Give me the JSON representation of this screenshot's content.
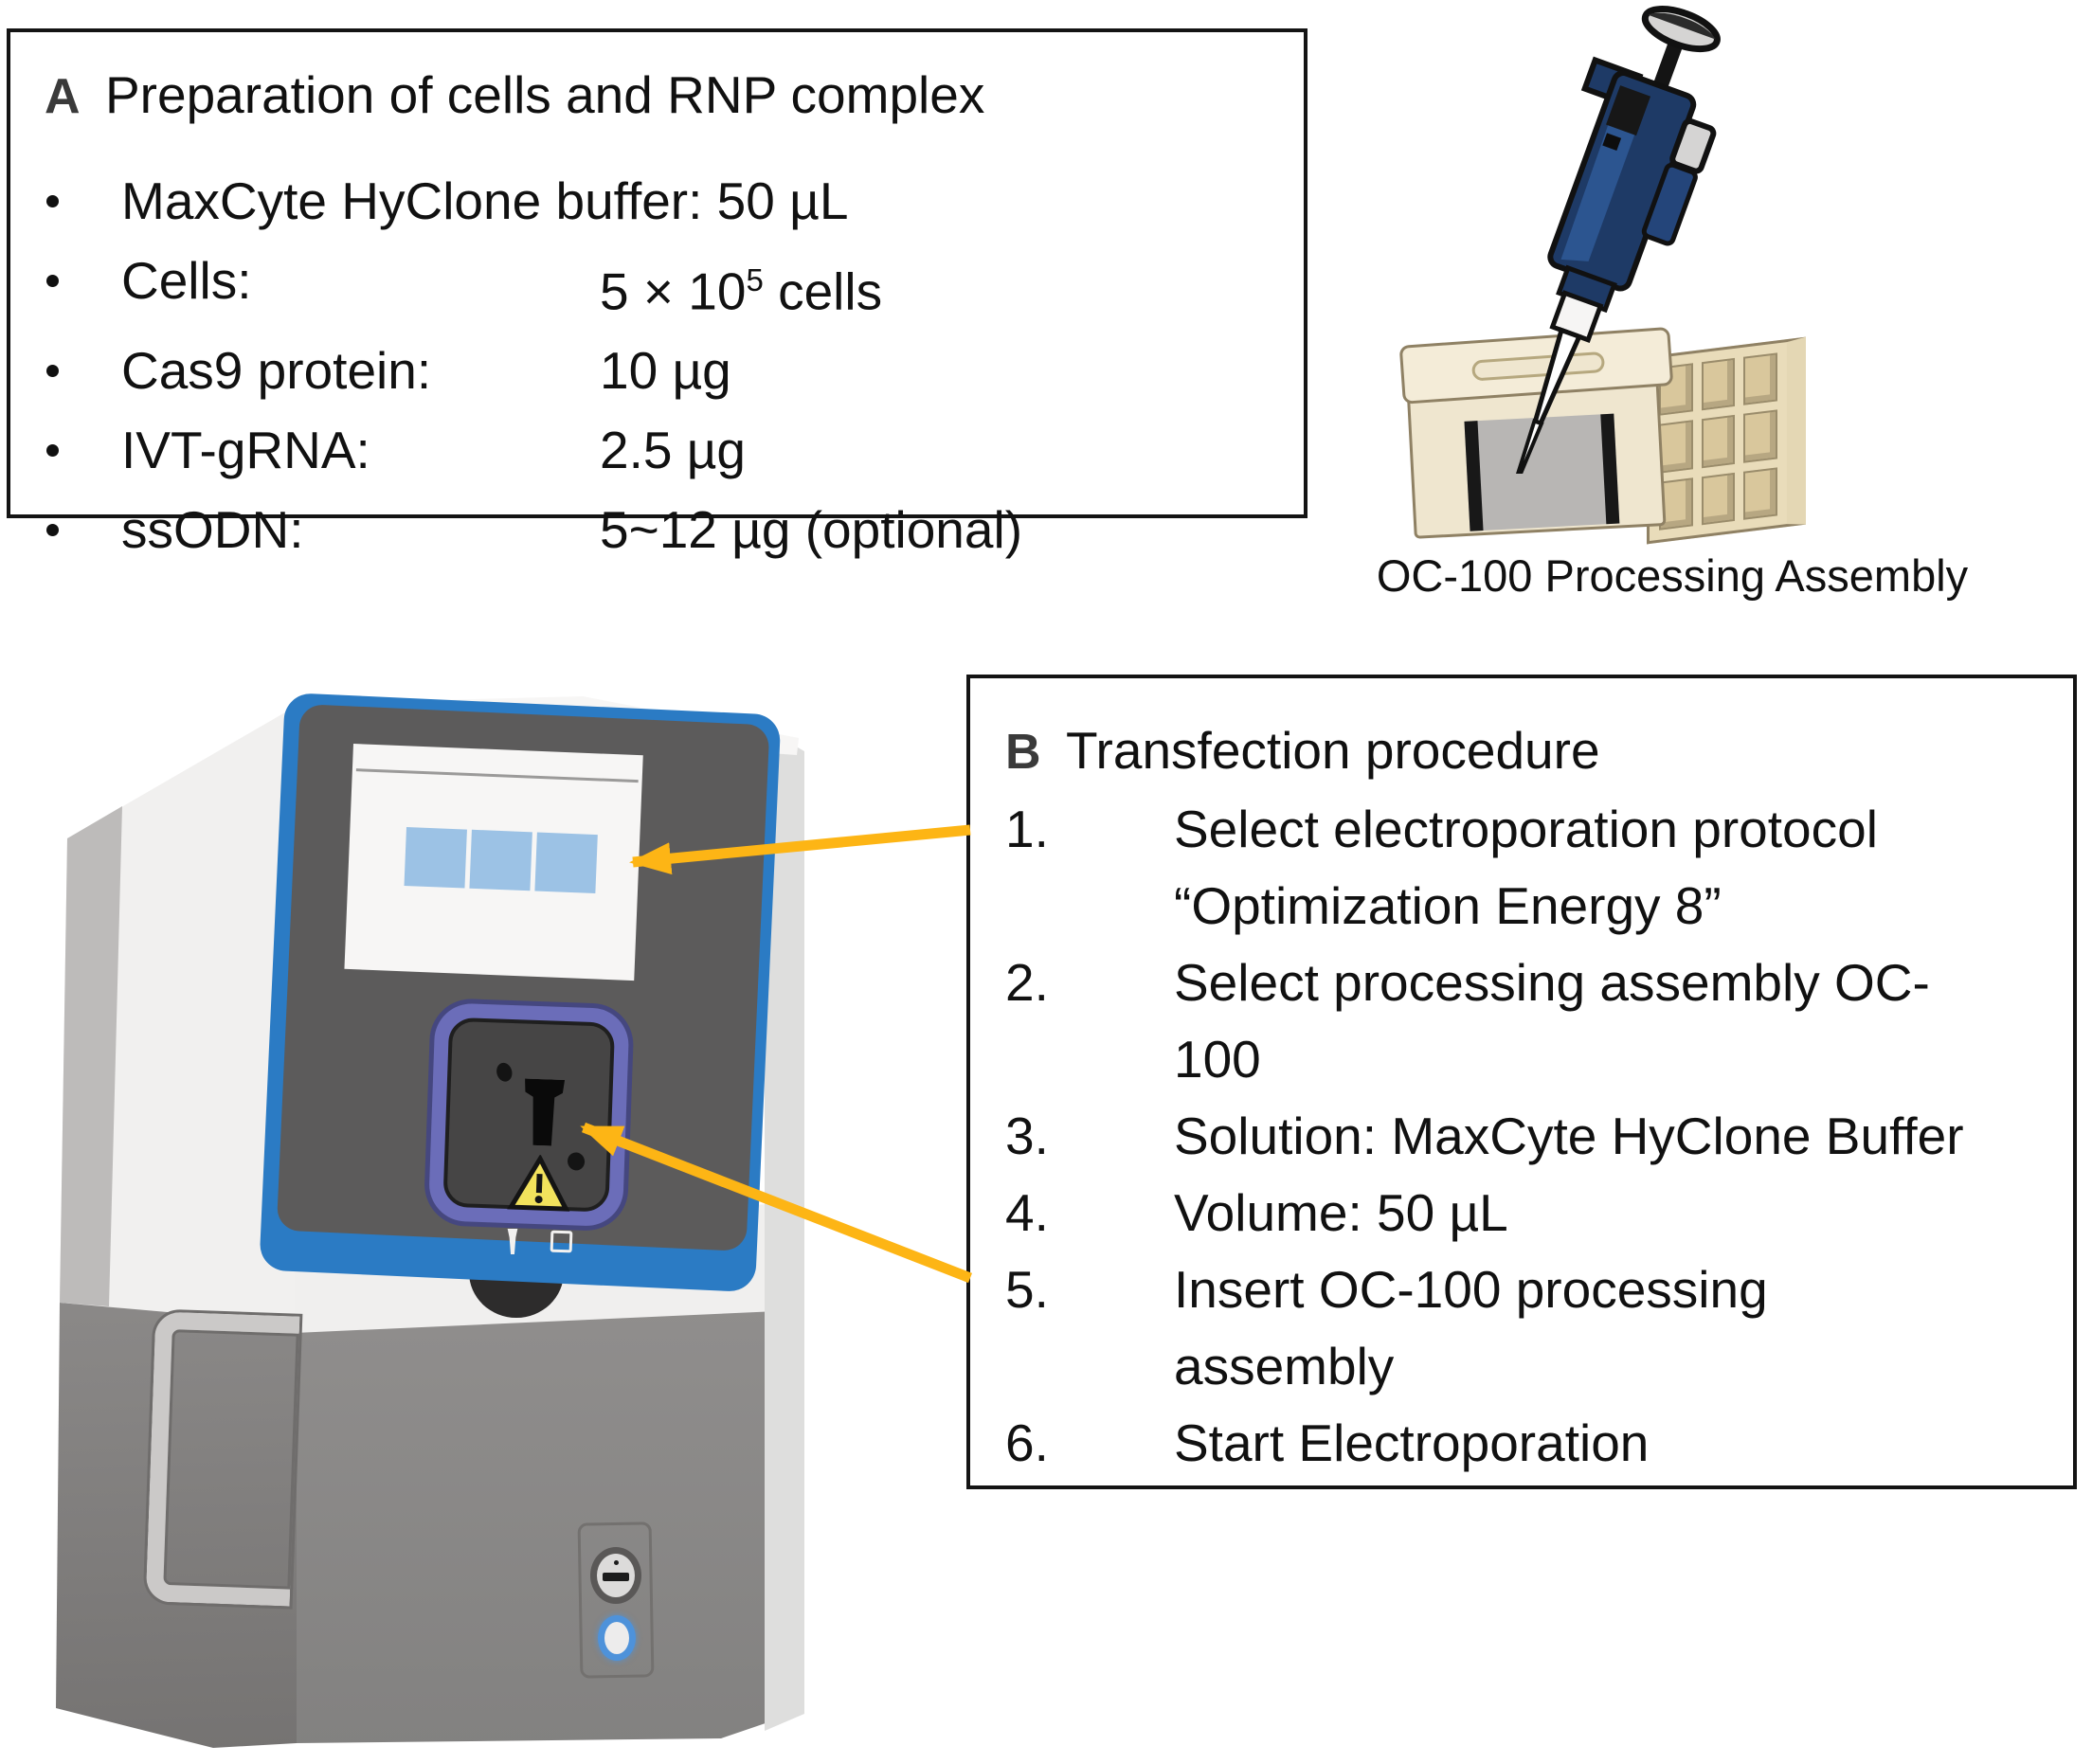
{
  "panel_a": {
    "label": "A",
    "title": "Preparation of cells and RNP complex",
    "items": [
      {
        "label": "MaxCyte HyClone buffer: 50 µL",
        "value": ""
      },
      {
        "label": "Cells:",
        "value_pre": "5 × 10",
        "value_sup": "5",
        "value_post": " cells"
      },
      {
        "label": "Cas9 protein:",
        "value": "10 µg"
      },
      {
        "label": "IVT-gRNA:",
        "value": "2.5 µg"
      },
      {
        "label": "ssODN:",
        "value": "5~12 µg (optional)"
      }
    ]
  },
  "assembly": {
    "caption": "OC-100 Processing Assembly"
  },
  "panel_b": {
    "label": "B",
    "title": "Transfection procedure",
    "steps": [
      {
        "num": "1.",
        "line1": "Select electroporation protocol",
        "line2": "“Optimization Energy 8”"
      },
      {
        "num": "2.",
        "line1": "Select processing assembly OC-",
        "line2": "100"
      },
      {
        "num": "3.",
        "line1": "Solution: MaxCyte HyClone Buffer",
        "line2": ""
      },
      {
        "num": "4.",
        "line1": "Volume: 50 µL",
        "line2": ""
      },
      {
        "num": "5.",
        "line1": "Insert OC-100 processing",
        "line2": "assembly"
      },
      {
        "num": "6.",
        "line1": "Start Electroporation",
        "line2": ""
      }
    ]
  },
  "icons": {
    "machine_slot_warning": "warning-triangle",
    "machine_key_lock": "key-lock",
    "machine_power": "power-button",
    "screen_progress": "three-blue-squares",
    "slot_pin": "pin-outline",
    "slot_square": "square-outline"
  },
  "colors": {
    "arrow": "#FDB515",
    "machine_blue_trim": "#2B7BC4",
    "bezel_purple": "#6B6DB9",
    "screen_square_blue": "#9CC2E5",
    "warning_yellow": "#F2E25C",
    "pipette_navy": "#1E3A66",
    "assembly_tan": "#EFE6CF",
    "panel_border": "#141414"
  }
}
